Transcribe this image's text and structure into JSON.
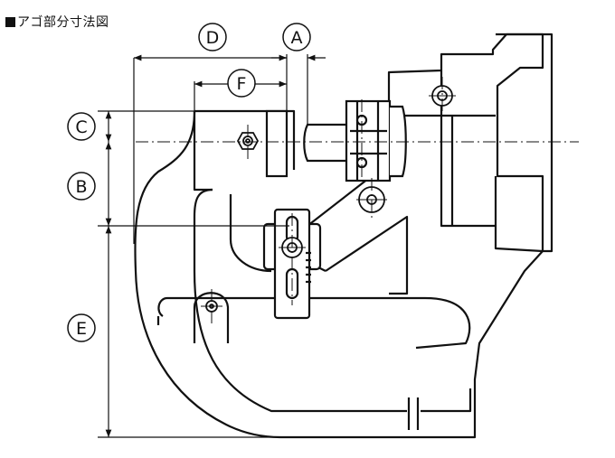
{
  "title": "アゴ部分寸法図",
  "labels": {
    "a": "A",
    "b": "B",
    "c": "C",
    "d": "D",
    "e": "E",
    "f": "F"
  }
}
